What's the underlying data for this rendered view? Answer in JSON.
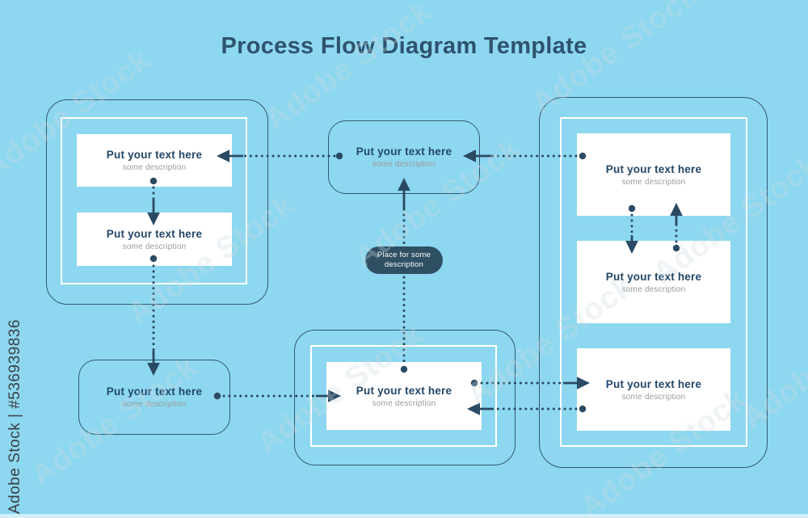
{
  "title": "Process Flow Diagram Template",
  "watermark": {
    "vertical_label": "Adobe Stock | #536939836",
    "tile_label": "Adobe Stock"
  },
  "palette": {
    "background": "#8dd8f0",
    "navy_line": "#2a4a63",
    "outline": "#35566d",
    "box_fill": "#ffffff",
    "title_color": "#2e536e",
    "node_title_color": "#234767",
    "desc_gray": "#9b9b9b",
    "pill_bg": "#2f4f63",
    "pill_text": "#ffffff"
  },
  "pill": {
    "line1": "Place for some",
    "line2": "description"
  },
  "nodes": {
    "top_left_1": {
      "title": "Put your text here",
      "desc": "some description"
    },
    "top_left_2": {
      "title": "Put your text here",
      "desc": "some description"
    },
    "top_middle": {
      "title": "Put your text here",
      "desc": "some description"
    },
    "bottom_left": {
      "title": "Put your text here",
      "desc": "some description"
    },
    "bottom_middle": {
      "title": "Put your text here",
      "desc": "some description"
    },
    "right_1": {
      "title": "Put your text here",
      "desc": "some description"
    },
    "right_2": {
      "title": "Put your text here",
      "desc": "some description"
    },
    "right_3": {
      "title": "Put your text here",
      "desc": "some description"
    }
  }
}
